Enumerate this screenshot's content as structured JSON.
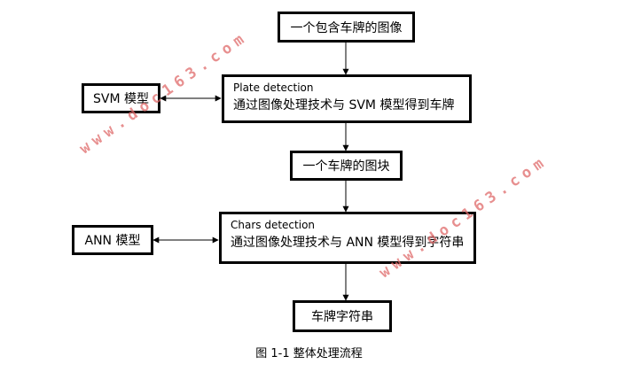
{
  "nodes": {
    "input_image": "一个包含车牌的图像",
    "plate_detection": {
      "title": "Plate detection",
      "desc": "通过图像处理技术与 SVM 模型得到车牌"
    },
    "svm_model": "SVM 模型",
    "plate_block": "一个车牌的图块",
    "chars_detection": {
      "title": "Chars detection",
      "desc": "通过图像处理技术与 ANN 模型得到字符串"
    },
    "ann_model": "ANN 模型",
    "plate_string": "车牌字符串"
  },
  "caption": "图 1-1  整体处理流程",
  "watermark": "www.doc163.com",
  "colors": {
    "line": "#000000",
    "watermark": "#e06a6a"
  }
}
